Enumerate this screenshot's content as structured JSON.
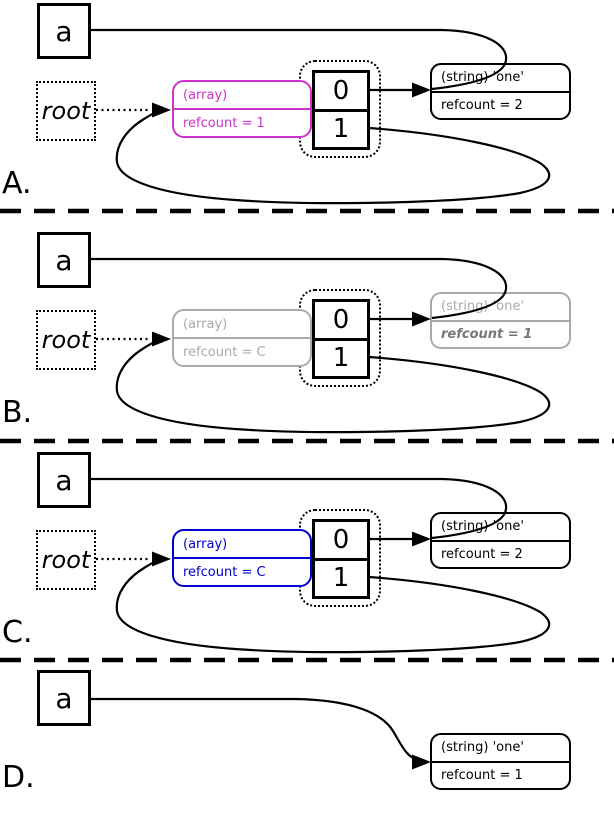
{
  "colors": {
    "black": "#000000",
    "magenta": "#cc33cc",
    "gray": "#aaaaaa",
    "gray_emphasis": "#777777",
    "blue": "#0000cc"
  },
  "panels": [
    {
      "label": "A.",
      "var_box": {
        "label": "a"
      },
      "root_box": {
        "label": "root"
      },
      "array_box": {
        "type": "(array)",
        "refcount": "refcount = 1",
        "color": "#cc33cc"
      },
      "cells": {
        "items": [
          "0",
          "1"
        ]
      },
      "string_box": {
        "type": "(string) 'one'",
        "refcount": "refcount = 2",
        "color": "#000000",
        "refcount_color": "#000000"
      }
    },
    {
      "label": "B.",
      "var_box": {
        "label": "a"
      },
      "root_box": {
        "label": "root"
      },
      "array_box": {
        "type": "(array)",
        "refcount": "refcount = C",
        "color": "#aaaaaa"
      },
      "cells": {
        "items": [
          "0",
          "1"
        ]
      },
      "string_box": {
        "type": "(string) 'one'",
        "refcount": "refcount = 1",
        "color": "#aaaaaa",
        "refcount_color": "#777777",
        "refcount_emphasized": true
      }
    },
    {
      "label": "C.",
      "var_box": {
        "label": "a"
      },
      "root_box": {
        "label": "root"
      },
      "array_box": {
        "type": "(array)",
        "refcount": "refcount = C",
        "color": "#0000cc"
      },
      "cells": {
        "items": [
          "0",
          "1"
        ]
      },
      "string_box": {
        "type": "(string) 'one'",
        "refcount": "refcount = 2",
        "color": "#000000",
        "refcount_color": "#000000"
      }
    },
    {
      "label": "D.",
      "var_box": {
        "label": "a"
      },
      "string_box": {
        "type": "(string) 'one'",
        "refcount": "refcount = 1",
        "color": "#000000",
        "refcount_color": "#000000"
      }
    }
  ]
}
